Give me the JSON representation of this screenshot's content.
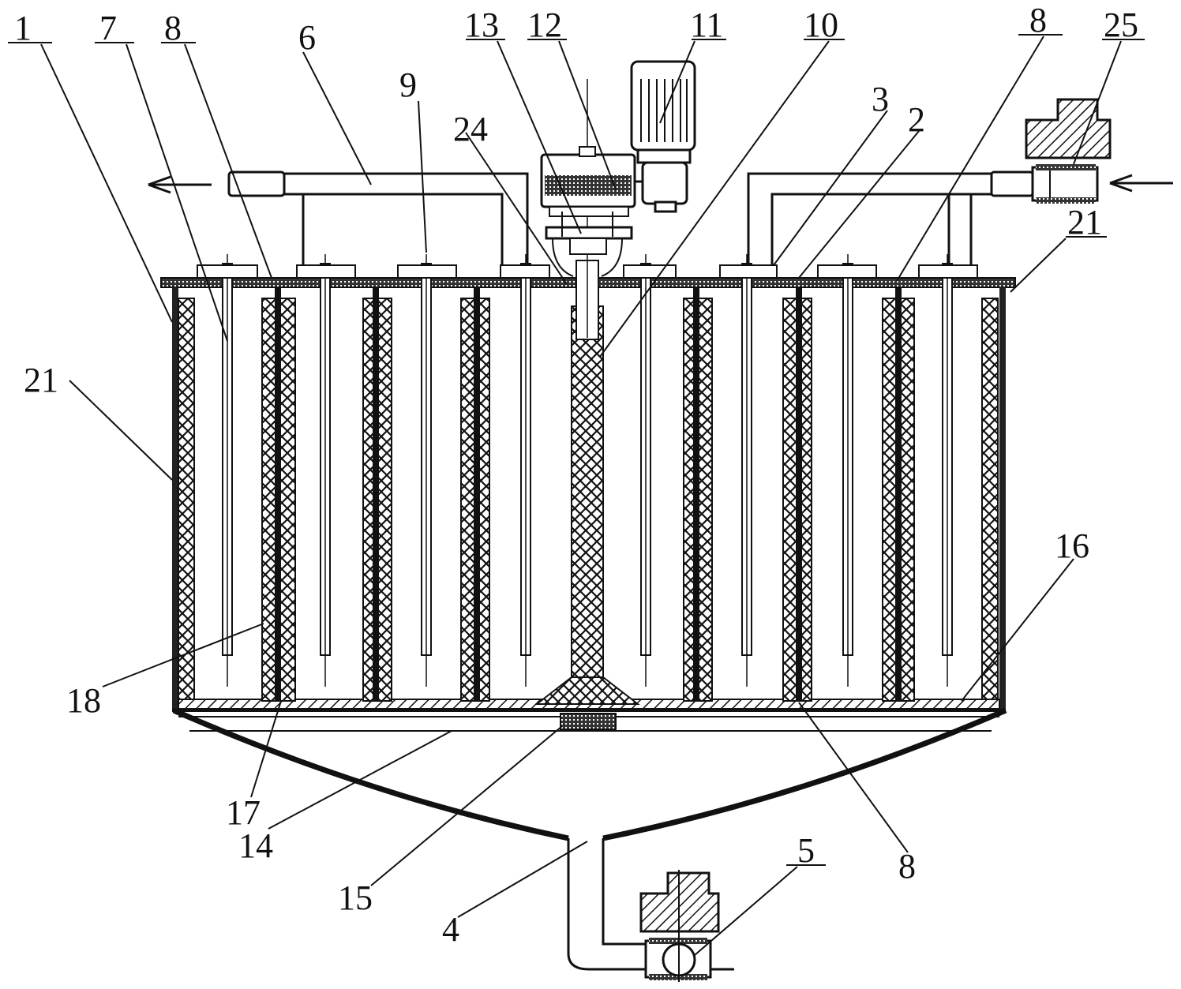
{
  "diagram": {
    "labels": {
      "l1": "1",
      "l7": "7",
      "l8a": "8",
      "l6": "6",
      "l9": "9",
      "l24": "24",
      "l13": "13",
      "l12": "12",
      "l11": "11",
      "l10": "10",
      "l3": "3",
      "l2": "2",
      "l8b": "8",
      "l25": "25",
      "l21a": "21",
      "l21b": "21",
      "l16": "16",
      "l18": "18",
      "l17": "17",
      "l14": "14",
      "l15": "15",
      "l4": "4",
      "l5": "5",
      "l8c": "8"
    }
  }
}
